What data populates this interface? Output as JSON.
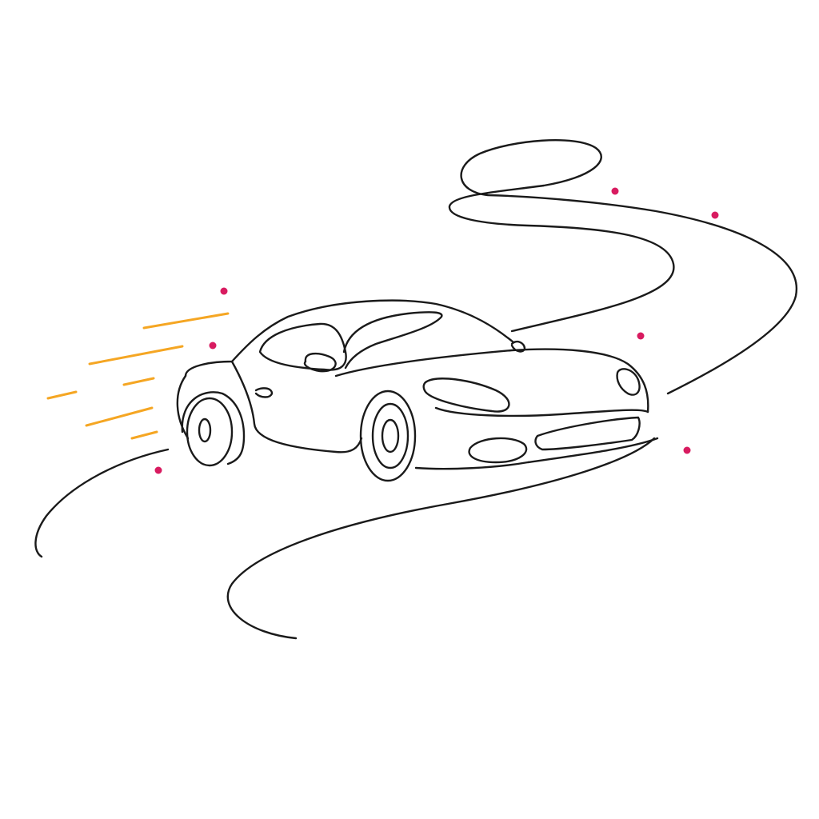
{
  "illustration": {
    "subject": "single-line-sports-car-on-winding-road",
    "colors": {
      "background": "#ffffff",
      "line": "#1a1a1a",
      "speed_lines": "#f5a623",
      "sparkles": "#d81b60"
    },
    "sparkle_count": 7,
    "speed_line_count": 6
  }
}
